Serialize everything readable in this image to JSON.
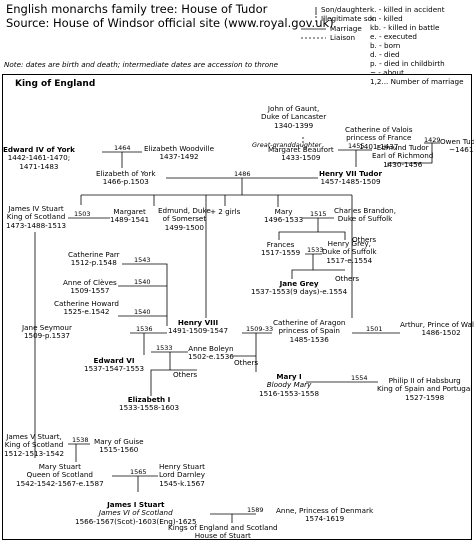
{
  "header": {
    "title": "English monarchs family tree: House of Tudor",
    "source": "Source: House of Windsor official site (www.royal.gov.uk)",
    "note": "Note: dates are birth and death; intermediate dates are accession to throne"
  },
  "legend": {
    "son_daughter": "Son/daughter",
    "illegitimate": "Illegitimate son",
    "marriage": "Marriage",
    "liaison": "Liaison",
    "k": "k. - killed in accident",
    "kd": "k. - killed",
    "kb": "kb. - killed in battle",
    "e": "e. - executed",
    "b": "b. - born",
    "d": "d. - died",
    "dc": "p. - died in childbirth",
    "about": "~ - about",
    "num": "1,2... Number of marriage"
  },
  "tree": {
    "heading": "King of England",
    "gaunt": {
      "name": "John of Gaunt,",
      "title": "Duke of Lancaster",
      "dates": "1340-1399"
    },
    "great_gd": "Great-granddaughter",
    "catherine_valois": {
      "name": "Catherine of Valois",
      "title": "princess of France",
      "dates": "1401-1437"
    },
    "m1429": "1429",
    "owen": {
      "name": "Owen Tudor",
      "dates": "~1461"
    },
    "edward4": {
      "name": "Edward IV of York",
      "dates1": "1442-1461-1470;",
      "dates2": "1471-1483"
    },
    "m1464": "1464",
    "e_woodville": {
      "name": "Elizabeth Woodville",
      "dates": "1437-1492"
    },
    "m_beaufort": {
      "name": "Margaret Beaufort",
      "dates": "1433-1509"
    },
    "edmund_tudor": {
      "name": "Edmund Tudor",
      "title": "Earl of Richmond",
      "dates": "1430-1456"
    },
    "m1455": "1455",
    "e_york": {
      "name": "Elizabeth of York",
      "dates": "1466-p.1503"
    },
    "henry7": {
      "name": "Henry VII Tudor",
      "dates": "1457-1485-1509"
    },
    "m1486": "1486",
    "james4": {
      "name": "James IV Stuart",
      "title": "King of Scotland",
      "dates": "1473-1488-1513"
    },
    "m1503": "1503",
    "margaret": {
      "name": "Margaret",
      "dates": "1489-1541"
    },
    "edmund_somerset": {
      "name": "Edmund, Duke",
      "title": "of Somerset",
      "dates": "1499-1500"
    },
    "girls": "+ 2 girls",
    "mary_t": {
      "name": "Mary",
      "dates": "1496-1533"
    },
    "m1515": "1515",
    "brandon": {
      "name": "Charles Brandon,",
      "title": "Duke of Suffolk"
    },
    "others1": "Others",
    "c_parr": {
      "name": "Catherine Parr",
      "dates": "1512-p.1548"
    },
    "m1543": "1543",
    "frances": {
      "name": "Frances",
      "dates": "1517-1559"
    },
    "m1533a": "1533",
    "h_grey": {
      "name": "Henry Grey,",
      "title": "Duke of Suffolk",
      "dates": "1517-e.1554"
    },
    "a_cleves": {
      "name": "Anne of Clèves",
      "dates": "1509-1557"
    },
    "m1540a": "1540",
    "j_grey": {
      "name": "Jane Grey",
      "dates": "1537-1553(9 days)-e.1554"
    },
    "others2": "Others",
    "c_howard": {
      "name": "Catherine Howard",
      "dates": "1525-e.1542"
    },
    "m1540b": "1540",
    "j_seymour": {
      "name": "Jane Seymour",
      "dates": "1509-p.1537"
    },
    "m1536": "1536",
    "henry8": {
      "name": "Henry VIII",
      "dates": "1491-1509-1547"
    },
    "m1509": "1509-33",
    "c_aragon": {
      "name": "Catherine of Aragon",
      "title": "princess of Spain",
      "dates": "1485-1536"
    },
    "m1501": "1501",
    "arthur": {
      "name": "Arthur, Prince of Wales",
      "dates": "1486-1502"
    },
    "edward6": {
      "name": "Edward VI",
      "dates": "1537-1547-1553"
    },
    "m1533b": "1533",
    "a_boleyn": {
      "name": "Anne Boleyn",
      "dates": "1502-e.1536"
    },
    "others3": "Others",
    "mary1": {
      "name": "Mary I",
      "epithet": "Bloody Mary",
      "dates": "1516-1553-1558"
    },
    "m1554": "1554",
    "philip": {
      "name": "Philip II of Habsburg",
      "title": "King of Spain and Portugal",
      "dates": "1527-1598"
    },
    "others4": "Others",
    "eliz1": {
      "name": "Elizabeth I",
      "dates": "1533-1558-1603"
    },
    "james5": {
      "name": "James V Stuart,",
      "title": "King of Scotland",
      "dates": "1512-1513-1542"
    },
    "m1538": "1538",
    "m_guise": {
      "name": "Mary of Guise",
      "dates": "1515-1560"
    },
    "m_stuart": {
      "name": "Mary Stuart",
      "title": "Queen of Scotland",
      "dates": "1542-1542-1567-e.1587"
    },
    "m1565": "1565",
    "darnley": {
      "name": "Henry Stuart",
      "title": "Lord Darnley",
      "dates": "1545-k.1567"
    },
    "james1": {
      "name": "James I Stuart",
      "title": "James VI of Scotland",
      "dates": "1566-1567(Scot)-1603(Eng)-1625"
    },
    "m1589": "1589",
    "anne_dk": {
      "name": "Anne, Princess of Denmark",
      "dates": "1574-1619"
    },
    "successors": {
      "line1": "Kings of England and Scotland",
      "line2": "House of Stuart"
    }
  }
}
